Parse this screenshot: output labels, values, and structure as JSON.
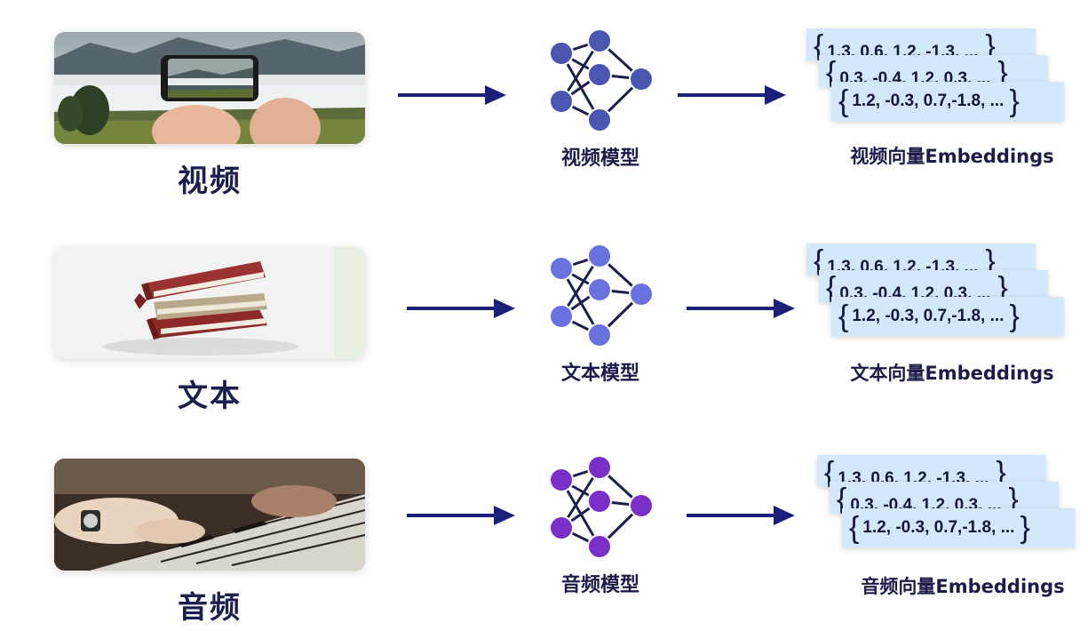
{
  "rows": [
    {
      "media_label": "视频",
      "media_icon": "phone-landscape-photo",
      "model_label": "视频模型",
      "node_color": "#4a57b0",
      "vectors": [
        "1.3, 0.6, 1.2, -1.3, ...",
        "0.3, -0.4, 1.2, 0.3, ...",
        "1.2, -0.3, 0.7,-1.8, ..."
      ],
      "embeddings_label": "视频向量Embeddings"
    },
    {
      "media_label": "文本",
      "media_icon": "books-stack",
      "model_label": "文本模型",
      "node_color": "#6a72e0",
      "vectors": [
        "1.3, 0.6, 1.2, -1.3, ...",
        "0.3, -0.4, 1.2, 0.3, ...",
        "1.2, -0.3, 0.7,-1.8, ..."
      ],
      "embeddings_label": "文本向量Embeddings"
    },
    {
      "media_label": "音频",
      "media_icon": "piano-hands",
      "model_label": "音频模型",
      "node_color": "#7b2fc9",
      "vectors": [
        "1.3, 0.6, 1.2, -1.3, ...",
        "0.3, -0.4, 1.2, 0.3, ...",
        "1.2, -0.3, 0.7,-1.8, ..."
      ],
      "embeddings_label": "音频向量Embeddings"
    }
  ],
  "colors": {
    "arrow": "#1a1f7a",
    "card": "#d3e8fb",
    "text": "#1c1c4a"
  }
}
